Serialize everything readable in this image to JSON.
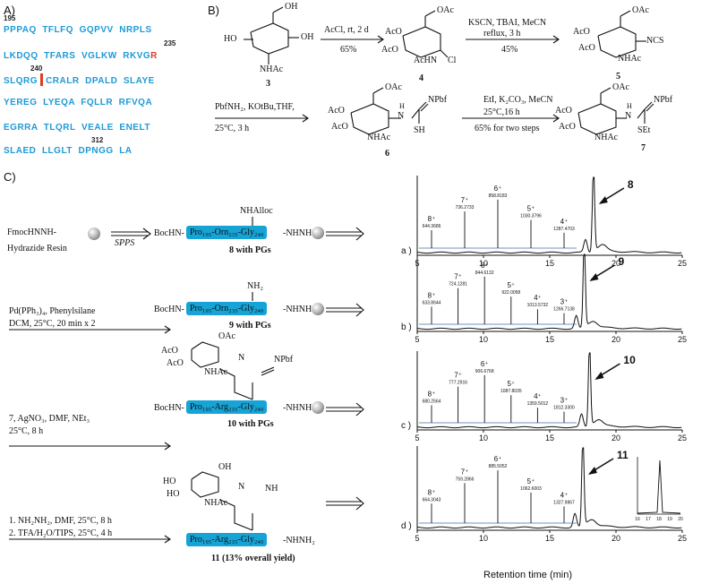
{
  "panel_a": {
    "label": "A)",
    "start_num": "195",
    "lines": [
      "PPPAQ  TFLFQ  GQPVV  NRPLS",
      "LKDQQ  TFARS  VGLKW  RKVG",
      "CRALR  DPALD  SLAYE",
      "YEREG  LYEQA  FQLLR  RFVQA",
      "EGRRA  TLQRL  VEALE  ENELT",
      "SLAED  LLGLT  DPNGG  LA"
    ],
    "red_residue": "R",
    "line3_prefix": "SLQRG",
    "num_235": "235",
    "num_240": "240",
    "num_312": "312"
  },
  "panel_b": {
    "label": "B)",
    "cond1_top": "AcCl, rt, 2 d",
    "cond1_bottom": "65%",
    "cond2_top": "KSCN, TBAI, MeCN",
    "cond2_mid": "reflux, 3 h",
    "cond2_bottom": "45%",
    "cond3_top": "PbfNH₂, KOtBu,THF,",
    "cond3_bottom": "25°C, 3 h",
    "cond4_top": "EtI, K₂CO₃, MeCN",
    "cond4_mid": "25°C,16 h",
    "cond4_bottom": "65% for two steps",
    "cmp3": "3",
    "cmp4": "4",
    "cmp5": "5",
    "cmp6": "6",
    "cmp7": "7",
    "oh": "OH",
    "ho": "HO",
    "nhac": "NHAc",
    "ac_hn": "AcHN",
    "oac": "OAc",
    "aco": "AcO",
    "cl": "Cl",
    "ncs": "NCS",
    "sh": "SH",
    "set": "SEt",
    "npbf": "NPbf",
    "h": "H",
    "n": "N"
  },
  "panel_c": {
    "label": "C)",
    "resin_name": "FmocHNNH-",
    "resin_sub": "Hydrazide Resin",
    "spps": "SPPS",
    "step2_l1": "Pd(PPh₃)₄, Phenylsilane",
    "step2_l2": "DCM, 25°C, 20 min x 2",
    "step3_l1": "7, AgNO₃, DMF, NEt₃",
    "step3_l2": "25°C, 8 h",
    "step4_l1": "1. NH₂NH₂, DMF, 25°C, 8 h",
    "step4_l2": "2. TFA/H₂O/TIPS, 25°C, 4 h",
    "bochn": "BocHN-",
    "nhnh": "-NHNH-",
    "nhnh2": "-NHNH₂",
    "pep_orn": "Pro₁₉₅-Orn₂₃₅-Gly₂₄₀",
    "pep_arg": "Pro₁₉₅-Arg₂₃₅-Gly₂₄₀",
    "nhalloc": "NHAlloc",
    "nh2": "NH₂",
    "c8": "8 with PGs",
    "c9": "9 with PGs",
    "c10": "10 with PGs",
    "c11": "11 (13% overall yield)",
    "x_axis_title": "Retention time (min)"
  },
  "chart_data": [
    {
      "type": "line",
      "title": "",
      "panel": "a )",
      "peak_label": "8",
      "x_ticks": [
        5,
        10,
        15,
        20,
        25
      ],
      "xlim": [
        5,
        25
      ],
      "xlabel": "Retention time (min)",
      "hplc_peak_min": 18.3,
      "ms_peaks": [
        {
          "ion": "8⁺",
          "mz": "644.3686"
        },
        {
          "ion": "7⁺",
          "mz": "736.2733"
        },
        {
          "ion": "6⁺",
          "mz": "858.8183"
        },
        {
          "ion": "5⁺",
          "mz": "1030.3796"
        },
        {
          "ion": "4⁺",
          "mz": "1287.4703"
        }
      ]
    },
    {
      "type": "line",
      "title": "",
      "panel": "b )",
      "peak_label": "9",
      "x_ticks": [
        5,
        10,
        15,
        20,
        25
      ],
      "xlim": [
        5,
        25
      ],
      "xlabel": "Retention time (min)",
      "hplc_peak_min": 17.6,
      "ms_peaks": [
        {
          "ion": "8⁺",
          "mz": "633.8644"
        },
        {
          "ion": "7⁺",
          "mz": "724.1281"
        },
        {
          "ion": "6⁺",
          "mz": "844.6132"
        },
        {
          "ion": "5⁺",
          "mz": "922.0058"
        },
        {
          "ion": "4⁺",
          "mz": "1013.5732"
        },
        {
          "ion": "3⁺",
          "mz": "1266.7138"
        }
      ]
    },
    {
      "type": "line",
      "title": "",
      "panel": "c )",
      "peak_label": "10",
      "x_ticks": [
        5,
        10,
        15,
        20,
        25
      ],
      "xlim": [
        5,
        25
      ],
      "xlabel": "Retention time (min)",
      "hplc_peak_min": 18.0,
      "ms_peaks": [
        {
          "ion": "8⁺",
          "mz": "680.2564"
        },
        {
          "ion": "7⁺",
          "mz": "777.2916"
        },
        {
          "ion": "6⁺",
          "mz": "906.6768"
        },
        {
          "ion": "5⁺",
          "mz": "1087.8035"
        },
        {
          "ion": "4⁺",
          "mz": "1359.5012"
        },
        {
          "ion": "3⁺",
          "mz": "1812.3300"
        }
      ]
    },
    {
      "type": "line",
      "title": "",
      "panel": "d )",
      "peak_label": "11",
      "x_ticks": [
        5,
        10,
        15,
        20,
        25
      ],
      "xlim": [
        5,
        25
      ],
      "xlabel": "Retention time (min)",
      "hplc_peak_min": 17.5,
      "inset_ticks": [
        "16",
        "17",
        "18",
        "19",
        "20"
      ],
      "ms_peaks": [
        {
          "ion": "8⁺",
          "mz": "664.3043"
        },
        {
          "ion": "7⁺",
          "mz": "759.2866"
        },
        {
          "ion": "6⁺",
          "mz": "885.5052"
        },
        {
          "ion": "5⁺",
          "mz": "1062.6003"
        },
        {
          "ion": "4⁺",
          "mz": "1327.9867"
        }
      ]
    }
  ]
}
